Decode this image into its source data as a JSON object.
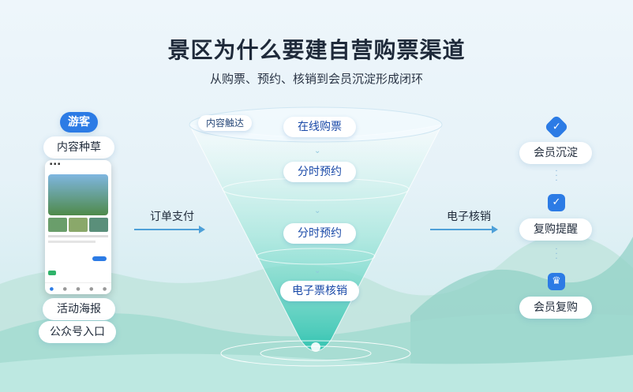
{
  "title": "景区为什么要建自营购票渠道",
  "subtitle": "从购票、预约、核销到会员沉淀形成闭环",
  "left": {
    "tag": "游客",
    "items": [
      "内容种草",
      "活动海报",
      "公众号入口"
    ]
  },
  "funnel": {
    "rim_label": "内容触达",
    "stages": [
      "在线购票",
      "分时预约",
      "分时预约",
      "电子票核销"
    ]
  },
  "flow": {
    "left_label": "订单支付",
    "right_label": "电子核销"
  },
  "right": {
    "items": [
      "会员沉淀",
      "复购提醒",
      "会员复购"
    ]
  },
  "colors": {
    "accent": "#2c7be5",
    "funnel": "#5fd3c4",
    "arrow": "#4ea0d8"
  },
  "icons": [
    "check-shield-icon",
    "calendar-check-icon",
    "crown-icon"
  ]
}
